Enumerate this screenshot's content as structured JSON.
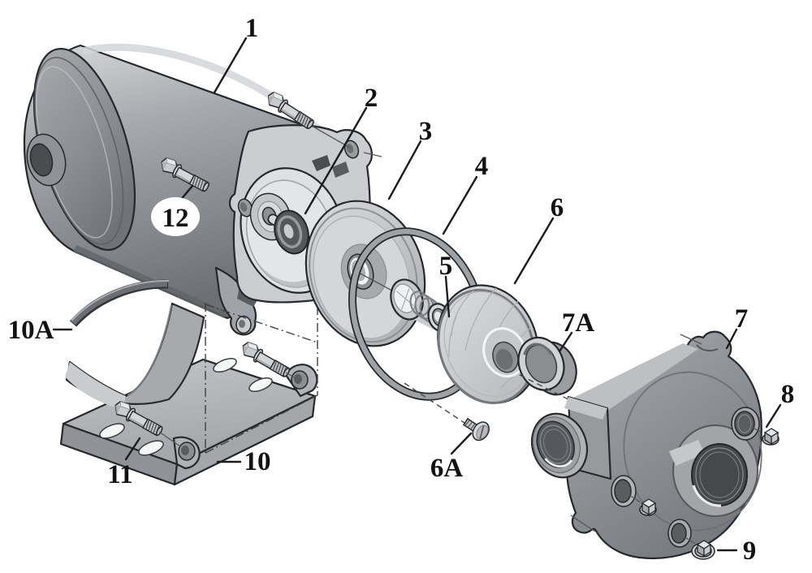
{
  "figure": {
    "type": "exploded-parts-diagram",
    "background": "#ffffff",
    "line_color": "#26282b",
    "label_color": "#121212",
    "metal_light": "#d6d8da",
    "metal_mid": "#9b9ea2",
    "metal_dark": "#6d7074",
    "rubber_dark": "#4f5256"
  },
  "callouts": {
    "c1": {
      "label": "1"
    },
    "c2": {
      "label": "2"
    },
    "c3": {
      "label": "3"
    },
    "c4": {
      "label": "4"
    },
    "c5": {
      "label": "5"
    },
    "c6": {
      "label": "6"
    },
    "c6a": {
      "label": "6A"
    },
    "c7": {
      "label": "7"
    },
    "c7a": {
      "label": "7A"
    },
    "c8": {
      "label": "8"
    },
    "c9": {
      "label": "9"
    },
    "c10": {
      "label": "10"
    },
    "c10a": {
      "label": "10A"
    },
    "c11": {
      "label": "11"
    },
    "c12": {
      "label": "12"
    }
  }
}
